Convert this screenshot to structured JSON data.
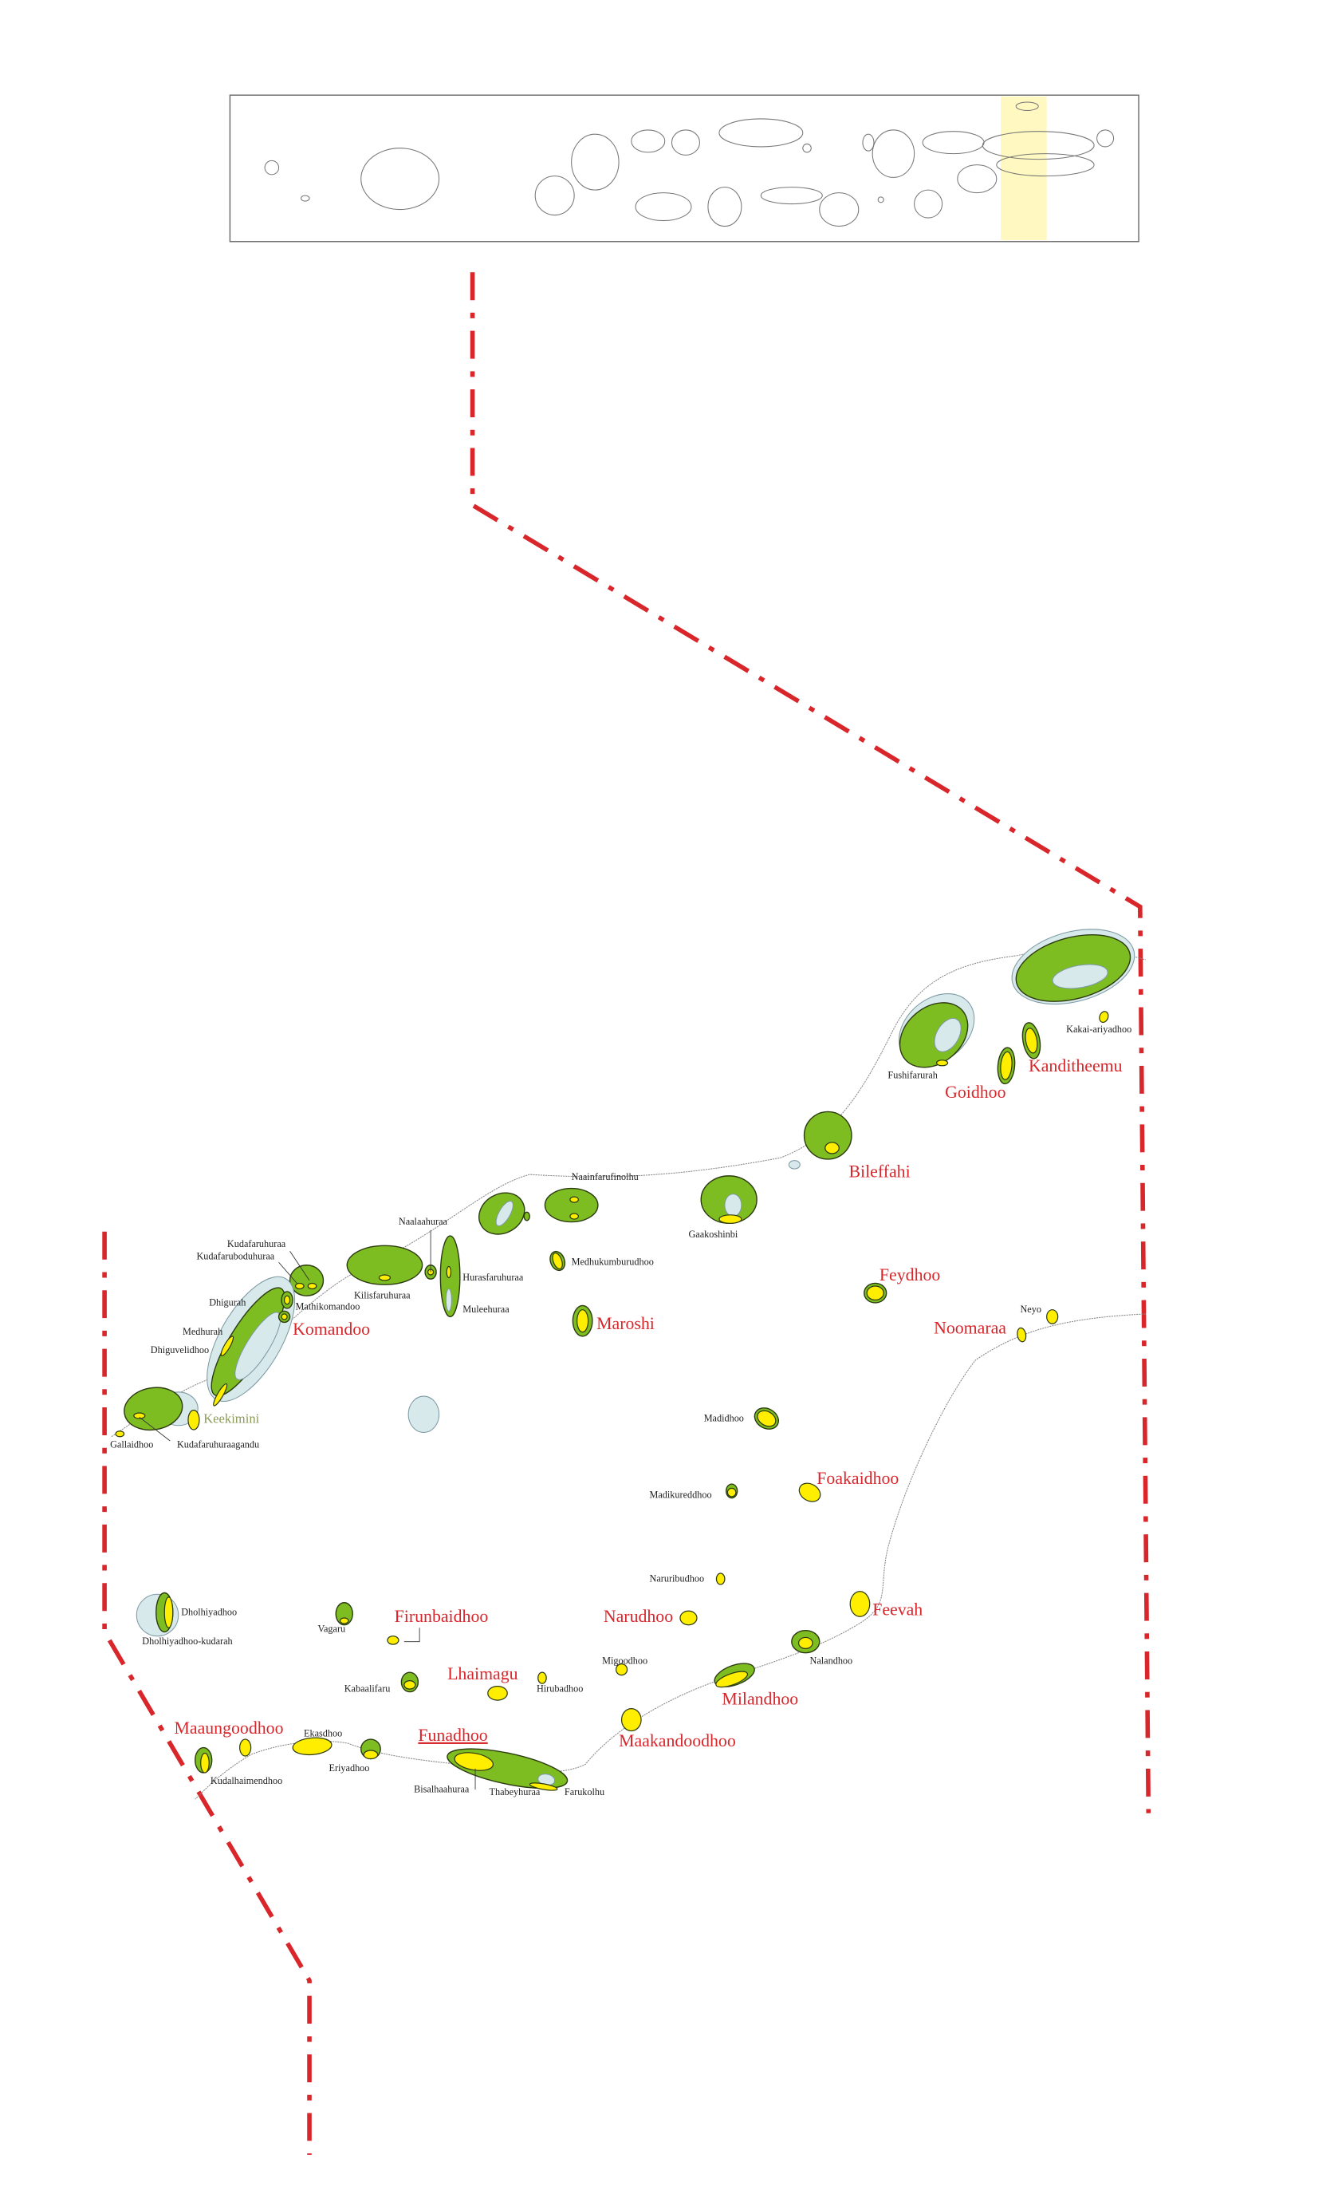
{
  "map": {
    "colors": {
      "vegetation": "#7dbd22",
      "sand_beach": "#ffee00",
      "reef_lagoon": "#d8e9ec",
      "boundary": "#d8262b",
      "inhabited_label": "#d8262b",
      "highlight_band": "#fff8c0"
    },
    "inhabited_labels": [
      {
        "text": "Kanditheemu"
      },
      {
        "text": "Goidhoo"
      },
      {
        "text": "Bileffahi"
      },
      {
        "text": "Feydhoo"
      },
      {
        "text": "Noomaraa"
      },
      {
        "text": "Maroshi"
      },
      {
        "text": "Komandoo"
      },
      {
        "text": "Foakaidhoo"
      },
      {
        "text": "Feevah"
      },
      {
        "text": "Firunbaidhoo"
      },
      {
        "text": "Narudhoo"
      },
      {
        "text": "Lhaimagu"
      },
      {
        "text": "Milandhoo"
      },
      {
        "text": "Maaungoodhoo"
      },
      {
        "text": "Funadhoo"
      },
      {
        "text": "Maakandoodhoo"
      }
    ],
    "special_labels": [
      {
        "text": "Keekimini"
      }
    ],
    "uninhabited_labels": [
      {
        "text": "Kakai-ariyadhoo"
      },
      {
        "text": "Fushifarurah"
      },
      {
        "text": "Naainfarufinolhu"
      },
      {
        "text": "Gaakoshinbi"
      },
      {
        "text": "Naalaahuraa"
      },
      {
        "text": "Kudafaruhuraa"
      },
      {
        "text": "Kudafaruboduhuraa"
      },
      {
        "text": "Kilisfaruhuraa"
      },
      {
        "text": "Hurasfaruhuraa"
      },
      {
        "text": "Medhukumburudhoo"
      },
      {
        "text": "Dhigurah"
      },
      {
        "text": "Mathikomandoo"
      },
      {
        "text": "Muleehuraa"
      },
      {
        "text": "Neyo"
      },
      {
        "text": "Medhurah"
      },
      {
        "text": "Dhiguvelidhoo"
      },
      {
        "text": "Gallaidhoo"
      },
      {
        "text": "Kudafaruhuraagandu"
      },
      {
        "text": "Madidhoo"
      },
      {
        "text": "Madikureddhoo"
      },
      {
        "text": "Naruribudhoo"
      },
      {
        "text": "Dholhiyadhoo"
      },
      {
        "text": "Dholhiyadhoo-kudarah"
      },
      {
        "text": "Vagaru"
      },
      {
        "text": "Migoodhoo"
      },
      {
        "text": "Nalandhoo"
      },
      {
        "text": "Kabaalifaru"
      },
      {
        "text": "Hirubadhoo"
      },
      {
        "text": "Ekasdhoo"
      },
      {
        "text": "Eriyadhoo"
      },
      {
        "text": "Kudalhaimendhoo"
      },
      {
        "text": "Bisalhaahuraa"
      },
      {
        "text": "Thabeyhuraa"
      },
      {
        "text": "Farukolhu"
      }
    ]
  }
}
